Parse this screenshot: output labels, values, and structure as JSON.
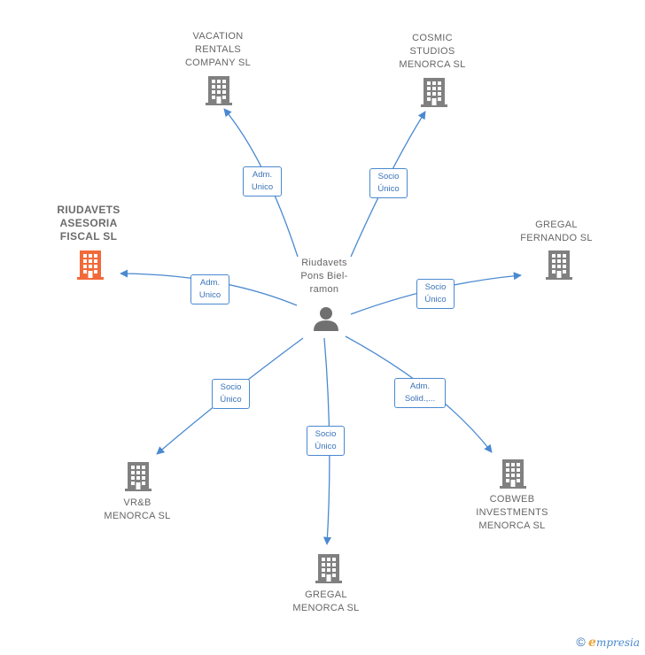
{
  "center": {
    "label": "Riudavets\nPons Biel-\nramon"
  },
  "nodes": [
    {
      "id": "vacation",
      "label": "VACATION\nRENTALS\nCOMPANY SL",
      "highlight": false
    },
    {
      "id": "cosmic",
      "label": "COSMIC\nSTUDIOS\nMENORCA  SL",
      "highlight": false
    },
    {
      "id": "riudavets",
      "label": "RIUDAVETS\nASESORIA\nFISCAL  SL",
      "highlight": true
    },
    {
      "id": "gregal_fernando",
      "label": "GREGAL\nFERNANDO  SL",
      "highlight": false
    },
    {
      "id": "vrb",
      "label": "VR&B\nMENORCA  SL",
      "highlight": false
    },
    {
      "id": "cobweb",
      "label": "COBWEB\nINVESTMENTS\nMENORCA  SL",
      "highlight": false
    },
    {
      "id": "gregal_menorca",
      "label": "GREGAL\nMENORCA  SL",
      "highlight": false
    }
  ],
  "edges": [
    {
      "to": "vacation",
      "label": "Adm.\nUnico"
    },
    {
      "to": "cosmic",
      "label": "Socio\nÚnico"
    },
    {
      "to": "riudavets",
      "label": "Adm.\nUnico"
    },
    {
      "to": "gregal_fernando",
      "label": "Socio\nÚnico"
    },
    {
      "to": "vrb",
      "label": "Socio\nÚnico"
    },
    {
      "to": "cobweb",
      "label": "Adm.\nSolid.,..."
    },
    {
      "to": "gregal_menorca",
      "label": "Socio\nÚnico"
    }
  ],
  "colors": {
    "edge": "#4a89d0",
    "building": "#808080",
    "building_highlight": "#f26a3a",
    "person": "#707070"
  },
  "footer": {
    "copyright": "©",
    "brand_initial": "e",
    "brand_rest": "mpresia"
  }
}
